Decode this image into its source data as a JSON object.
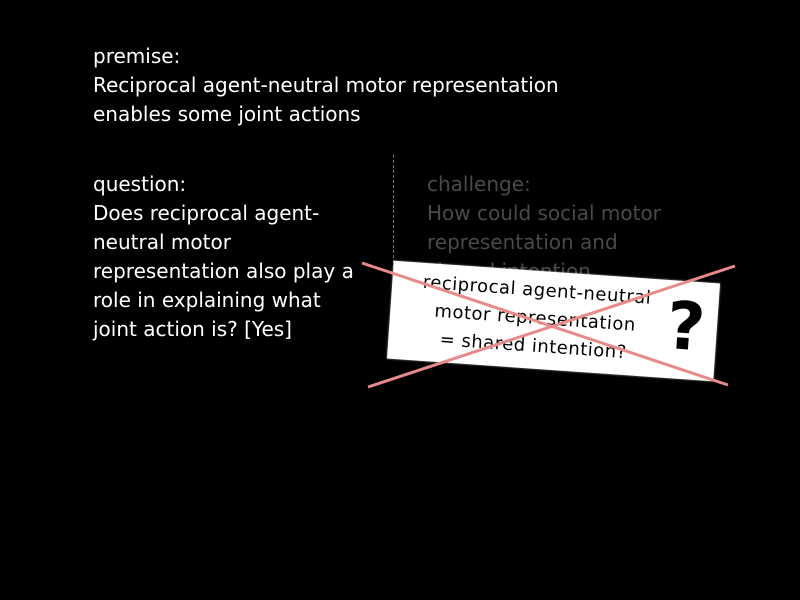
{
  "premise": {
    "label": "premise:",
    "line1": "Reciprocal agent-neutral motor representation",
    "line2": "enables some joint actions"
  },
  "question": {
    "label": "question:",
    "lines": [
      "Does reciprocal agent-",
      "neutral motor",
      "representation also play a",
      "role in explaining what",
      "joint action is?  [Yes]"
    ]
  },
  "challenge": {
    "label": "challenge:",
    "lines": [
      "How could social motor",
      "representation and",
      "shared intention"
    ]
  },
  "note": {
    "lines": [
      "reciprocal agent-neutral",
      "motor representation",
      "= shared intention?"
    ],
    "question_mark": "?"
  },
  "colors": {
    "background": "#000000",
    "text": "#ffffff",
    "challenge_text": "#4a4a4a",
    "cross": "#e88a8a",
    "divider": "#6d7b8a"
  }
}
